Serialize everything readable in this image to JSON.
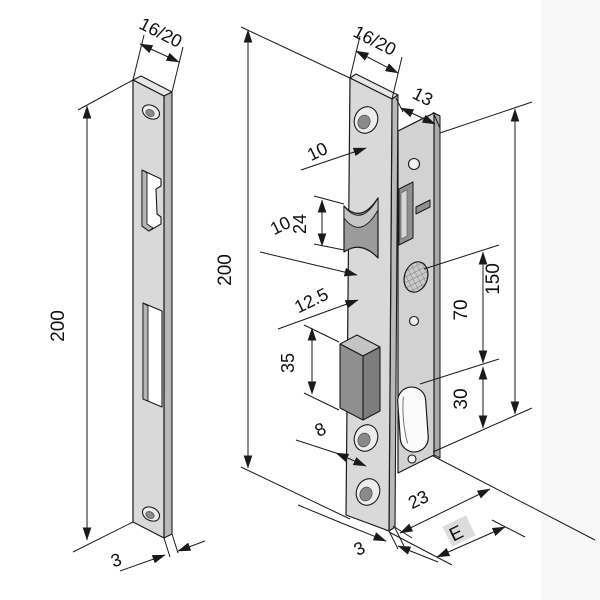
{
  "drawing": {
    "strike_plate": {
      "width": "16/20",
      "height": "200",
      "thickness": "3"
    },
    "lock_body": {
      "faceplate_width": "16/20",
      "case_depth": "13",
      "height": "200",
      "top_screw_offset": "10",
      "latch_height": "24",
      "latch_offset": "10",
      "latch_to_deadbolt": "12.5",
      "deadbolt_height": "35",
      "screw_spacing": "8",
      "case_height": "150",
      "spindle_to_cylinder": "70",
      "cylinder_to_bottom": "30",
      "case_backset": "23",
      "backset": "E",
      "faceplate_thickness": "3"
    },
    "colors": {
      "line": "#1a1a1a",
      "face_light": "#d9d9d9",
      "face_side": "#b9b9b9",
      "bolt_dark": "#8f8f8f",
      "highlight_box": "#dcdcdc",
      "background": "#ffffff"
    }
  }
}
